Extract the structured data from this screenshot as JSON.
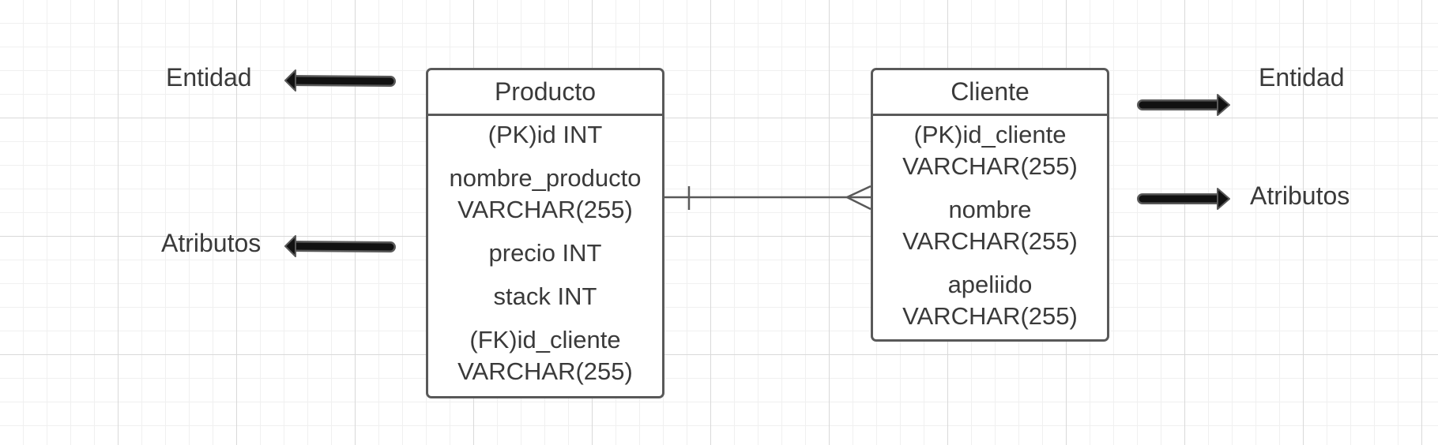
{
  "diagram": {
    "entities": [
      {
        "id": "producto",
        "title": "Producto",
        "attributes": [
          "(PK)id INT",
          "nombre_producto\nVARCHAR(255)",
          "precio INT",
          "stack INT",
          "(FK)id_cliente\nVARCHAR(255)"
        ]
      },
      {
        "id": "cliente",
        "title": "Cliente",
        "attributes": [
          "(PK)id_cliente\nVARCHAR(255)",
          "nombre\nVARCHAR(255)",
          "apeliido\nVARCHAR(255)"
        ]
      }
    ],
    "annotations": {
      "left_entity": "Entidad",
      "left_attributes": "Atributos",
      "right_entity": "Entidad",
      "right_attributes": "Atributos"
    },
    "relationship": {
      "from": "Producto",
      "to": "Cliente",
      "from_cardinality": "one",
      "to_cardinality": "many"
    },
    "colors": {
      "line": "#595959",
      "arrow": "#111111",
      "text": "#3a3a3a"
    }
  }
}
